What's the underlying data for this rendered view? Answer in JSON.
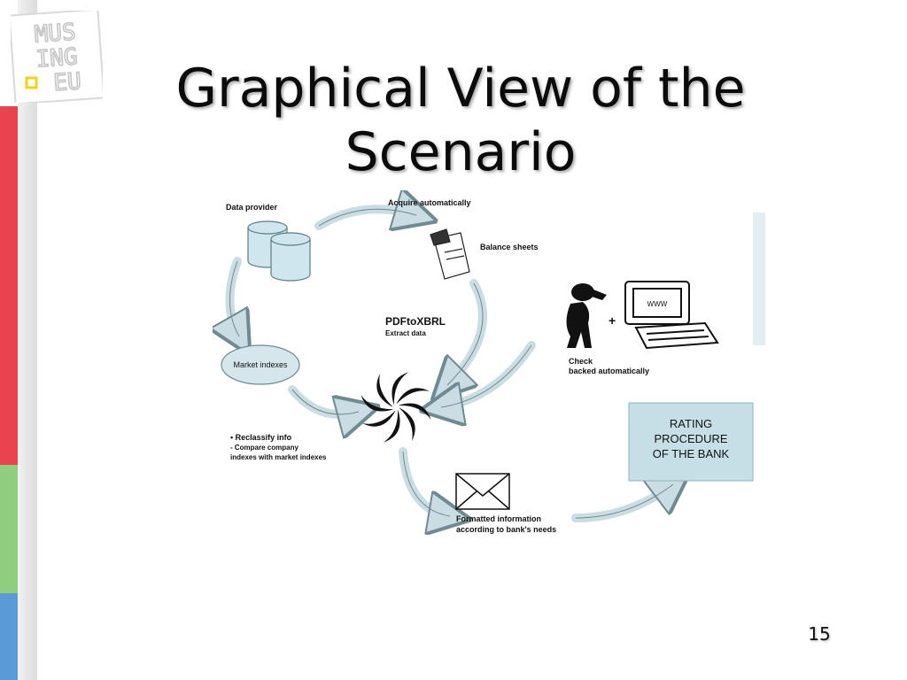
{
  "slide": {
    "title_line1": "Graphical View of the",
    "title_line2": "Scenario",
    "page_number": "15"
  },
  "logo": {
    "text_top": "MUS",
    "text_mid": "ING",
    "text_bot": "EU"
  },
  "diagram": {
    "data_provider": "Data provider",
    "acquire": "Acquire automatically",
    "balance_sheets": "Balance sheets",
    "pdf_tool": "PDFtoXBRL",
    "pdf_action": "Extract data",
    "market_indexes": "Market indexes",
    "check_line1": "Check",
    "check_line2": "backed automatically",
    "plus": "+",
    "screen_text": "WWW",
    "reclassify_1": "• Reclassify info",
    "reclassify_2": "- Compare company",
    "reclassify_3": "indexes with market indexes",
    "rating_1": "RATING",
    "rating_2": "PROCEDURE",
    "rating_3": "OF THE BANK",
    "formatted_1": "Formatted information",
    "formatted_2": "according to bank's needs"
  },
  "colors": {
    "side_red": "#e8434f",
    "side_green": "#8fce7f",
    "side_blue": "#5b9bd5",
    "arrow_fill": "#c9dde3",
    "cylinder_fill": "#cfe6ee",
    "rating_fill": "#c6dfe7",
    "logo_accent": "#f2d21a"
  }
}
